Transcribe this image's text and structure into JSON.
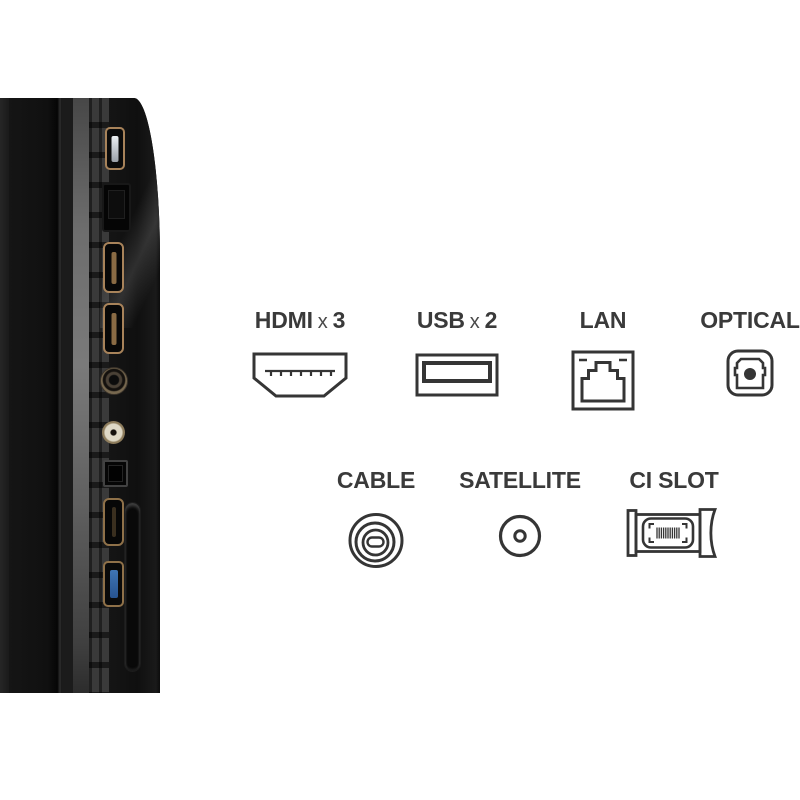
{
  "legend": {
    "row1": [
      {
        "name": "HDMI",
        "times": "x",
        "count": "3",
        "icon": "hdmi-connector-icon"
      },
      {
        "name": "USB",
        "times": "x",
        "count": "2",
        "icon": "usb-connector-icon"
      },
      {
        "name": "LAN",
        "icon": "lan-rj45-icon"
      },
      {
        "name": "OPTICAL",
        "icon": "optical-toslink-icon"
      }
    ],
    "row2": [
      {
        "name": "CABLE",
        "icon": "cable-coax-icon"
      },
      {
        "name": "SATELLITE",
        "icon": "satellite-fconnector-icon"
      },
      {
        "name": "CI SLOT",
        "icon": "ci-module-icon"
      }
    ]
  },
  "colors": {
    "background": "#ffffff",
    "label_text": "#3a3a3a",
    "icon_stroke": "#353535",
    "tv_black": "#121212",
    "port_gold": "#a8835a",
    "usb3_blue": "#2e62a6"
  }
}
